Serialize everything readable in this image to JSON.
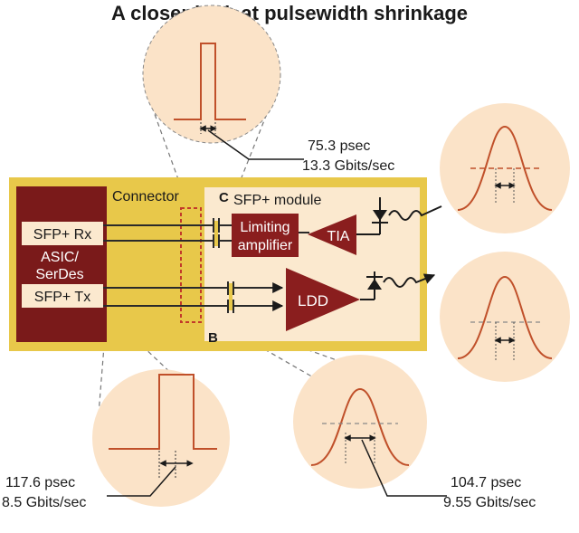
{
  "title": "A closer look at pulsewidth shrinkage",
  "board": {
    "connector_label": "Connector",
    "module_label": "SFP+ module",
    "point_c": "C",
    "point_b": "B"
  },
  "asic": {
    "rx_label": "SFP+ Rx",
    "name_line1": "ASIC/",
    "name_line2": "SerDes",
    "tx_label": "SFP+ Tx"
  },
  "blocks": {
    "limiting_line1": "Limiting",
    "limiting_line2": "amplifier",
    "tia": "TIA",
    "ldd": "LDD"
  },
  "measurements": {
    "top": {
      "time": "75.3 psec",
      "rate": "13.3 Gbits/sec"
    },
    "bottom_left": {
      "time": "117.6 psec",
      "rate": "8.5 Gbits/sec"
    },
    "bottom_right": {
      "time": "104.7 psec",
      "rate": "9.55 Gbits/sec"
    }
  },
  "colors": {
    "board": "#e8c84a",
    "module": "#fbe9cf",
    "asic": "#7a1a1a",
    "block": "#8a1e1e",
    "circle": "#fbe3c8",
    "pulse": "#c0502a",
    "connector_box": "#c23a2a"
  }
}
